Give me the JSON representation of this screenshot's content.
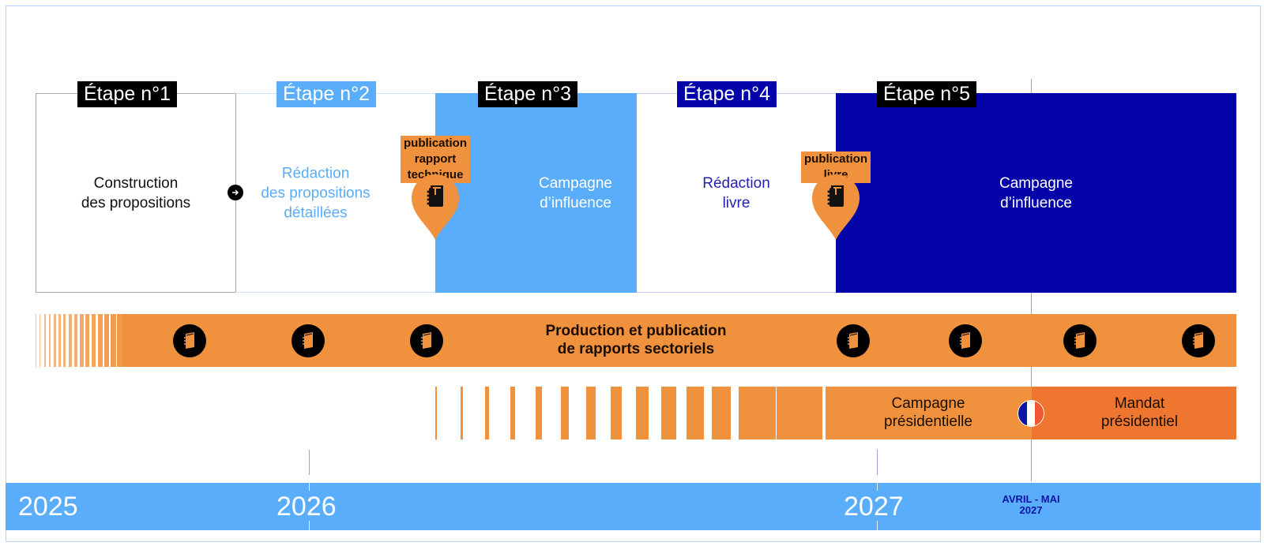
{
  "colors": {
    "orange": "#f0913e",
    "orange_dark": "#ef7630",
    "light_blue": "#5aadfa",
    "navy": "#0303a8",
    "black": "#000000",
    "white": "#ffffff"
  },
  "stages": [
    {
      "label": "Étape n°1",
      "text": "Construction\ndes propositions"
    },
    {
      "label": "Étape n°2",
      "text": "Rédaction\ndes propositions\ndétaillées"
    },
    {
      "label": "Étape n°3",
      "text": "Campagne\nd’influence"
    },
    {
      "label": "Étape n°4",
      "text": "Rédaction\nlivre"
    },
    {
      "label": "Étape n°5",
      "text": "Campagne\nd’influence"
    }
  ],
  "milestones": [
    {
      "label": "publication\nrapport\ntechnique",
      "icon": "book-icon"
    },
    {
      "label": "publication\nlivre",
      "icon": "book-icon"
    }
  ],
  "transition_icon": "arrow-right-icon",
  "sector_reports": {
    "text": "Production et publication\nde rapports sectoriels",
    "icon": "book-icon",
    "icon_count": 7
  },
  "presidential": {
    "campaign": "Campagne\nprésidentielle",
    "mandate": "Mandat\nprésidentiel",
    "flag_icon": "french-flag-icon"
  },
  "timeline": {
    "years": [
      "2025",
      "2026",
      "2027"
    ],
    "election_marker": "AVRIL - MAI\n2027"
  }
}
